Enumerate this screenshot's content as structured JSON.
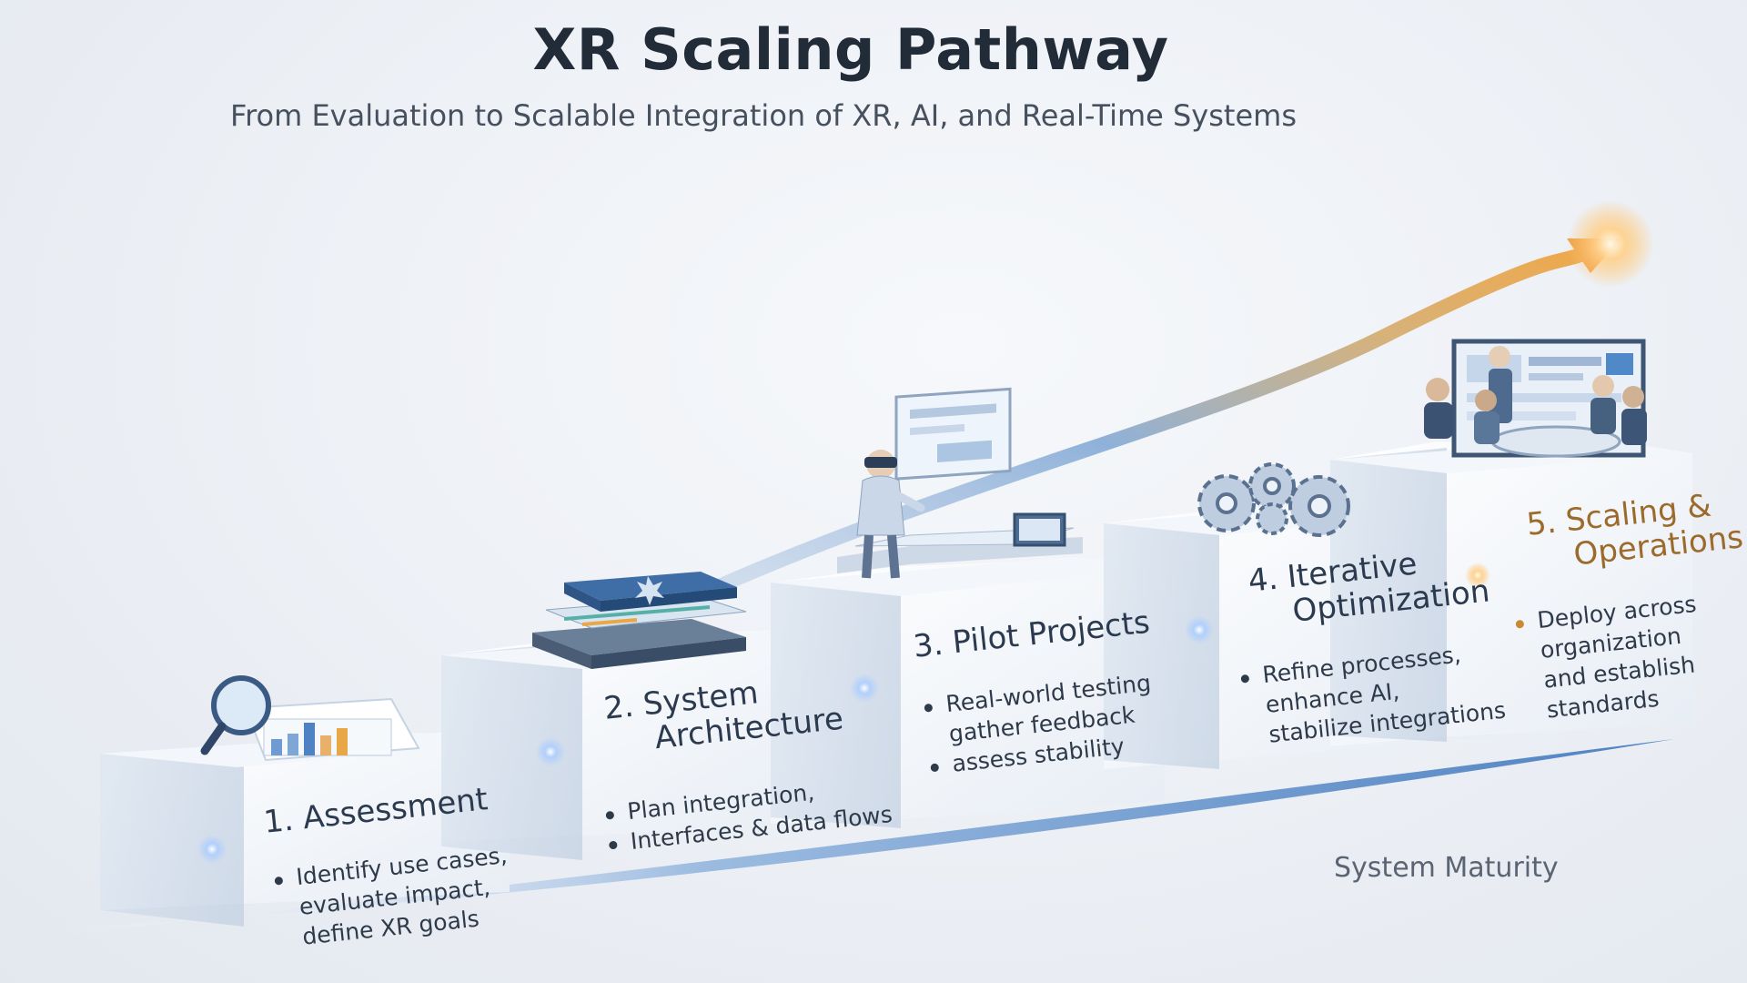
{
  "title": "XR Scaling Pathway",
  "subtitle": "From Evaluation to Scalable Integration of XR, AI, and Real-Time Systems",
  "axis_label": "System Maturity",
  "colors": {
    "title": "#222b38",
    "step_face": "#f4f7fb",
    "step_side": "#d4deeb",
    "accent_blue": "#7aa3d4",
    "accent_gold": "#e8a848"
  },
  "stages": [
    {
      "number": "1.",
      "name": "Assessment",
      "bullets": [
        "Identify use cases,",
        "evaluate impact,",
        "define XR goals"
      ],
      "icon": "magnifier-chart-icon"
    },
    {
      "number": "2.",
      "name_line1": "System",
      "name_line2": "Architecture",
      "bullets": [
        "Plan integration,",
        "Interfaces & data flows"
      ],
      "icon": "server-stack-icon"
    },
    {
      "number": "3.",
      "name": "Pilot Projects",
      "bullets": [
        "Real-world testing",
        "gather feedback",
        "assess stability"
      ],
      "icon": "vr-user-hologram-icon"
    },
    {
      "number": "4.",
      "name_line1": "Iterative",
      "name_line2": "Optimization",
      "bullets": [
        "Refine processes,",
        "enhance AI,",
        "stabilize integrations"
      ],
      "icon": "gears-icon"
    },
    {
      "number": "5.",
      "name_line1": "Scaling &",
      "name_line2": "Operations",
      "bullets": [
        "Deploy across",
        "organization",
        "and establish",
        "standards"
      ],
      "icon": "team-meeting-icon"
    }
  ]
}
